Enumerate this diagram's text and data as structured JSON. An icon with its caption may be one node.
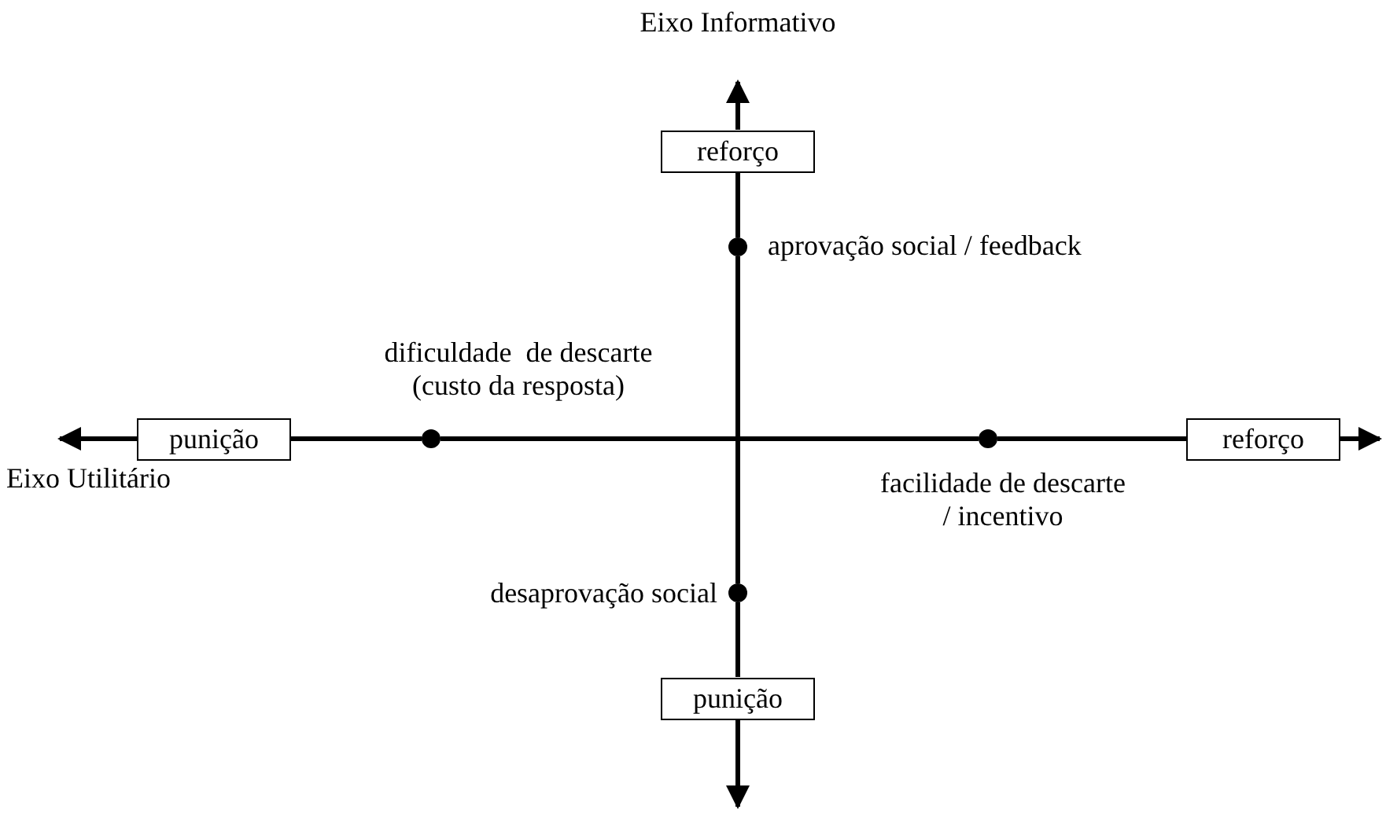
{
  "diagram": {
    "nodes": [
      {
        "text": [
          "reforço"
        ]
      },
      {
        "text": [],
        "shape": "circle",
        "beside": [
          "aprovação social / feedback"
        ]
      },
      {
        "text": [],
        "shape": "circle",
        "beside": [
          "desaprovação social"
        ]
      },
      {
        "text": [
          "punição"
        ]
      },
      {
        "text": [
          "punição"
        ]
      },
      {
        "text": [],
        "shape": "circle",
        "beside": [
          "dificuldade  de descarte (custo da resposta)"
        ]
      },
      {
        "text": [],
        "shape": "circle",
        "beside": [
          "facilidade de descarte / incentivo"
        ]
      },
      {
        "text": [
          "reforço"
        ]
      }
    ],
    "edges": [
      {
        "from": 0,
        "to": null,
        "arrow": "to"
      },
      {
        "from": 0,
        "to": 1,
        "arrow": "none"
      },
      {
        "from": 1,
        "to": 2,
        "arrow": "none"
      },
      {
        "from": 2,
        "to": 3,
        "arrow": "none"
      },
      {
        "from": 3,
        "to": null,
        "arrow": "to"
      },
      {
        "from": 4,
        "to": null,
        "arrow": "to"
      },
      {
        "from": 4,
        "to": 5,
        "arrow": "none"
      },
      {
        "from": 5,
        "to": 6,
        "arrow": "none"
      },
      {
        "from": 6,
        "to": 7,
        "arrow": "none"
      },
      {
        "from": 7,
        "to": null,
        "arrow": "to"
      }
    ],
    "labels": [
      "Eixo Informativo",
      "Eixo Utilitário"
    ]
  }
}
